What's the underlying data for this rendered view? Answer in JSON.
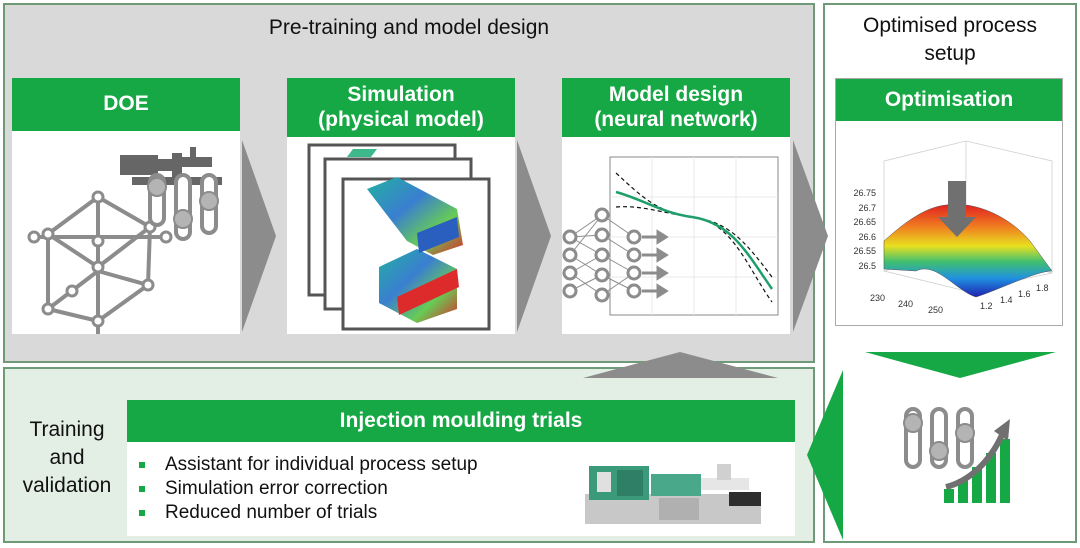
{
  "sections": {
    "pretraining_title": "Pre-training and model design",
    "optimised_title_line1": "Optimised process",
    "optimised_title_line2": "setup",
    "training_line1": "Training",
    "training_line2": "and",
    "training_line3": "validation"
  },
  "cards": {
    "doe": "DOE",
    "simulation_line1": "Simulation",
    "simulation_line2": "(physical model)",
    "model_line1": "Model design",
    "model_line2": "(neural network)",
    "optimisation": "Optimisation",
    "trials": "Injection moulding trials"
  },
  "trials_bullets": [
    "Assistant for individual process setup",
    "Simulation error correction",
    "Reduced number of trials"
  ],
  "surface_plot": {
    "z_ticks": [
      "26.75",
      "26.7",
      "26.65",
      "26.6",
      "26.55",
      "26.5"
    ],
    "x_ticks": [
      "230",
      "240",
      "250"
    ],
    "y_ticks": [
      "1.2",
      "1.4",
      "1.6",
      "1.8"
    ]
  },
  "colors": {
    "accent_green": "#16a845",
    "arrow_gray": "#8c8c8c",
    "panel_gray": "#d9d9d9",
    "panel_green": "#e3efe5"
  },
  "icons": [
    "doe-cube-icon",
    "injection-machine-icon",
    "fea-block-icon",
    "neural-network-icon",
    "surface-plot",
    "slider-growth-icon",
    "injection-moulding-machine-image"
  ]
}
